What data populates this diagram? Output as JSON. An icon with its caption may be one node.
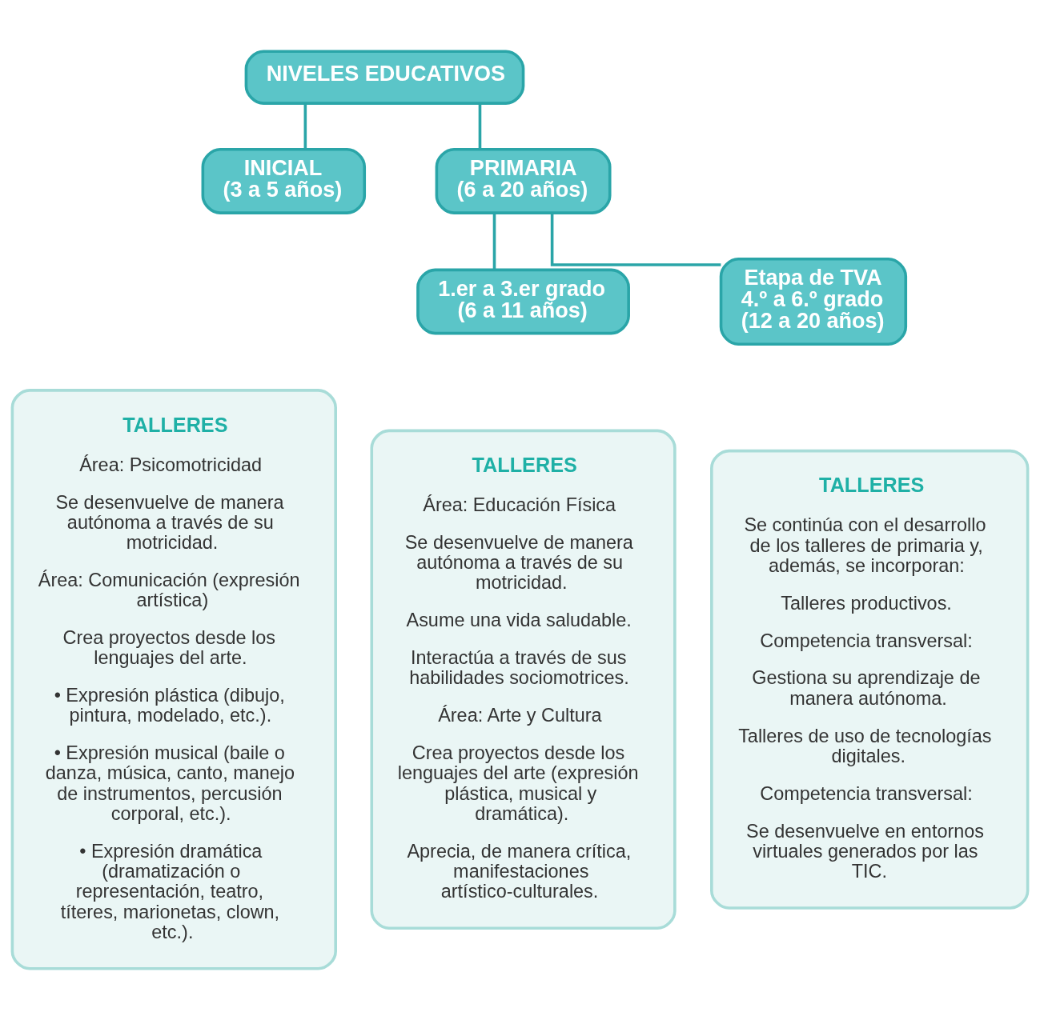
{
  "diagram": {
    "nodes": [
      {
        "text": [
          "NIVELES EDUCATIVOS"
        ]
      },
      {
        "text": [
          "INICIAL (3 a 5 años)"
        ]
      },
      {
        "text": [
          "PRIMARIA (6 a 20 años)"
        ]
      },
      {
        "text": [
          "1.er a 3.er grado (6 a 11 años)"
        ]
      },
      {
        "text": [
          "Etapa de TVA 4.º a 6.º grado (12 a 20 años)"
        ]
      },
      {
        "text": [
          "TALLERES",
          "Área: Psicomotricidad",
          "Se desenvuelve de manera autónoma a través de su motricidad.",
          "Área: Comunicación (expresión artística)",
          "Crea proyectos desde los lenguajes del arte.",
          "• Expresión plástica (dibujo, pintura, modelado, etc.).",
          "• Expresión musical (baile o danza, música, canto, manejo de instrumentos, percusión corporal, etc.).",
          "• Expresión dramática (dramatización o representación, teatro, títeres, marionetas, clown, etc.)."
        ]
      },
      {
        "text": [
          "TALLERES",
          "Área: Educación Física",
          "Se desenvuelve de manera autónoma a través de su motricidad.",
          "Asume una vida saludable.",
          "Interactúa a través de sus habilidades sociomotrices.",
          "Área: Arte y Cultura",
          "Crea proyectos desde los lenguajes del arte (expresión plástica, musical y dramática).",
          "Aprecia, de manera crítica, manifestaciones artístico-culturales."
        ]
      },
      {
        "text": [
          "TALLERES",
          "Se continúa con el desarrollo de los talleres de primaria y, además, se incorporan:",
          "Talleres productivos.",
          "Competencia transversal:",
          "Gestiona su aprendizaje de manera autónoma.",
          "Talleres de uso de tecnologías digitales.",
          "Competencia transversal:",
          "Se desenvuelve en entornos virtuales generados por las TIC."
        ]
      }
    ],
    "edges": [
      {
        "from": 0,
        "to": 1,
        "arrow": "none"
      },
      {
        "from": 0,
        "to": 2,
        "arrow": "none"
      },
      {
        "from": 2,
        "to": 3,
        "arrow": "none"
      },
      {
        "from": 2,
        "to": 4,
        "arrow": "none"
      }
    ]
  }
}
